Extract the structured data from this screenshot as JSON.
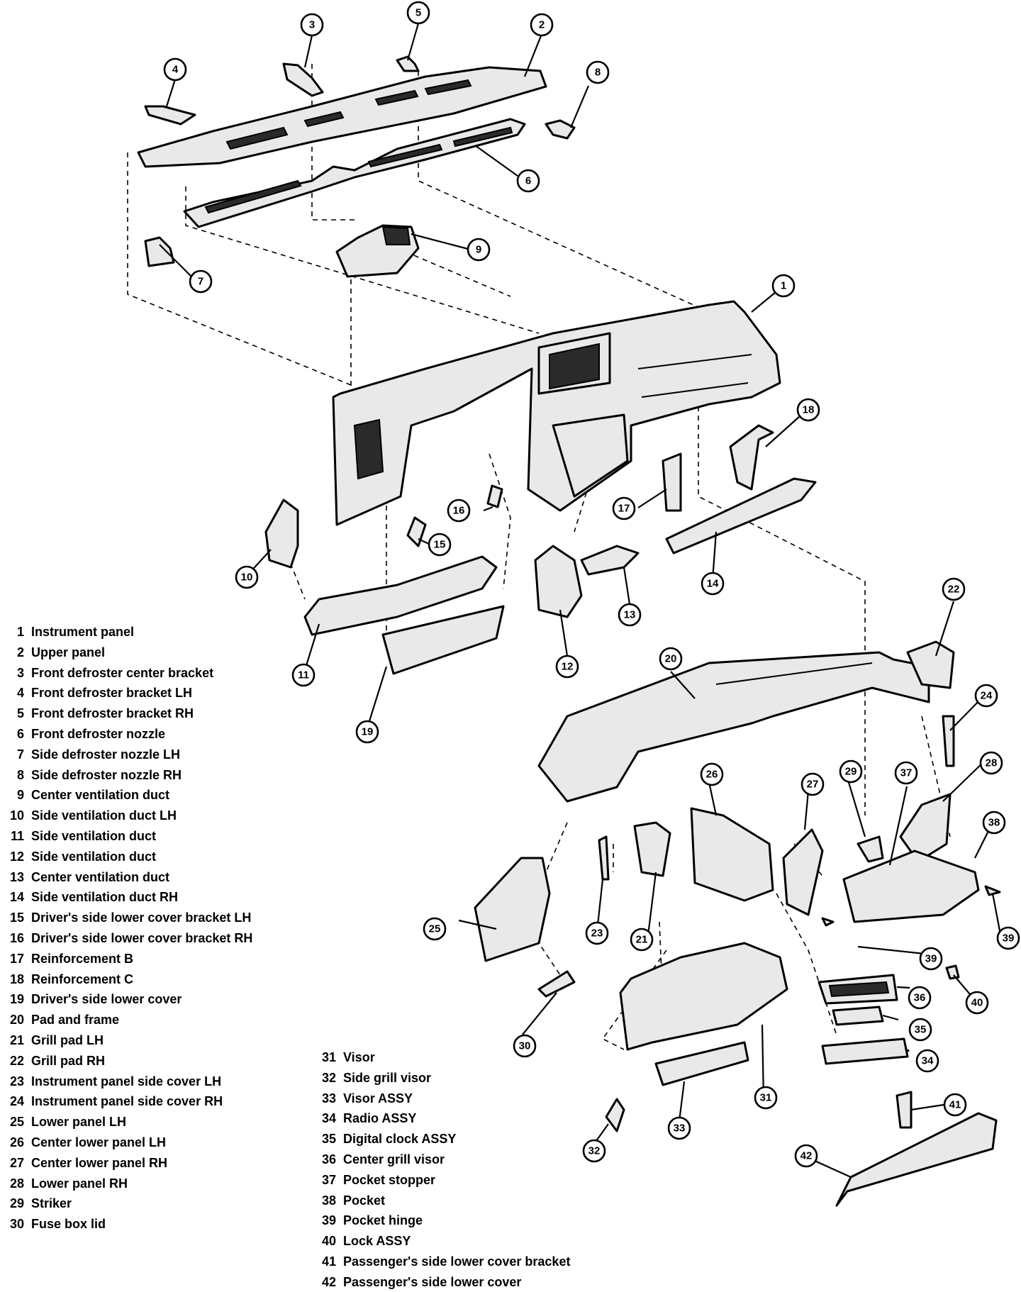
{
  "legend_left": [
    {
      "num": "1",
      "name": "Instrument panel"
    },
    {
      "num": "2",
      "name": "Upper panel"
    },
    {
      "num": "3",
      "name": "Front defroster center bracket"
    },
    {
      "num": "4",
      "name": "Front defroster bracket LH"
    },
    {
      "num": "5",
      "name": "Front defroster bracket RH"
    },
    {
      "num": "6",
      "name": "Front defroster nozzle"
    },
    {
      "num": "7",
      "name": "Side defroster nozzle LH"
    },
    {
      "num": "8",
      "name": "Side defroster nozzle RH"
    },
    {
      "num": "9",
      "name": "Center ventilation duct"
    },
    {
      "num": "10",
      "name": "Side ventilation duct LH"
    },
    {
      "num": "11",
      "name": "Side ventilation duct"
    },
    {
      "num": "12",
      "name": "Side ventilation duct"
    },
    {
      "num": "13",
      "name": "Center ventilation duct"
    },
    {
      "num": "14",
      "name": "Side ventilation duct RH"
    },
    {
      "num": "15",
      "name": "Driver's side lower cover bracket LH"
    },
    {
      "num": "16",
      "name": "Driver's side lower cover bracket RH"
    },
    {
      "num": "17",
      "name": "Reinforcement B"
    },
    {
      "num": "18",
      "name": "Reinforcement C"
    },
    {
      "num": "19",
      "name": "Driver's side lower cover"
    },
    {
      "num": "20",
      "name": "Pad and frame"
    },
    {
      "num": "21",
      "name": "Grill pad LH"
    },
    {
      "num": "22",
      "name": "Grill pad RH"
    },
    {
      "num": "23",
      "name": "Instrument panel side cover LH"
    },
    {
      "num": "24",
      "name": "Instrument panel side cover RH"
    },
    {
      "num": "25",
      "name": "Lower panel LH"
    },
    {
      "num": "26",
      "name": "Center lower panel LH"
    },
    {
      "num": "27",
      "name": "Center lower panel RH"
    },
    {
      "num": "28",
      "name": "Lower panel RH"
    },
    {
      "num": "29",
      "name": "Striker"
    },
    {
      "num": "30",
      "name": "Fuse box lid"
    }
  ],
  "legend_right": [
    {
      "num": "31",
      "name": "Visor"
    },
    {
      "num": "32",
      "name": "Side grill visor"
    },
    {
      "num": "33",
      "name": "Visor ASSY"
    },
    {
      "num": "34",
      "name": "Radio ASSY"
    },
    {
      "num": "35",
      "name": "Digital clock ASSY"
    },
    {
      "num": "36",
      "name": "Center grill visor"
    },
    {
      "num": "37",
      "name": "Pocket stopper"
    },
    {
      "num": "38",
      "name": "Pocket"
    },
    {
      "num": "39",
      "name": "Pocket hinge"
    },
    {
      "num": "40",
      "name": "Lock ASSY"
    },
    {
      "num": "41",
      "name": "Passenger's side lower cover bracket"
    },
    {
      "num": "42",
      "name": "Passenger's side lower cover"
    }
  ],
  "callouts": [
    "1",
    "2",
    "3",
    "4",
    "5",
    "6",
    "7",
    "8",
    "9",
    "10",
    "11",
    "12",
    "13",
    "14",
    "15",
    "16",
    "17",
    "18",
    "19",
    "20",
    "21",
    "22",
    "23",
    "24",
    "25",
    "26",
    "27",
    "28",
    "29",
    "30",
    "31",
    "32",
    "33",
    "34",
    "35",
    "36",
    "37",
    "38",
    "39",
    "39",
    "40",
    "41",
    "42"
  ]
}
